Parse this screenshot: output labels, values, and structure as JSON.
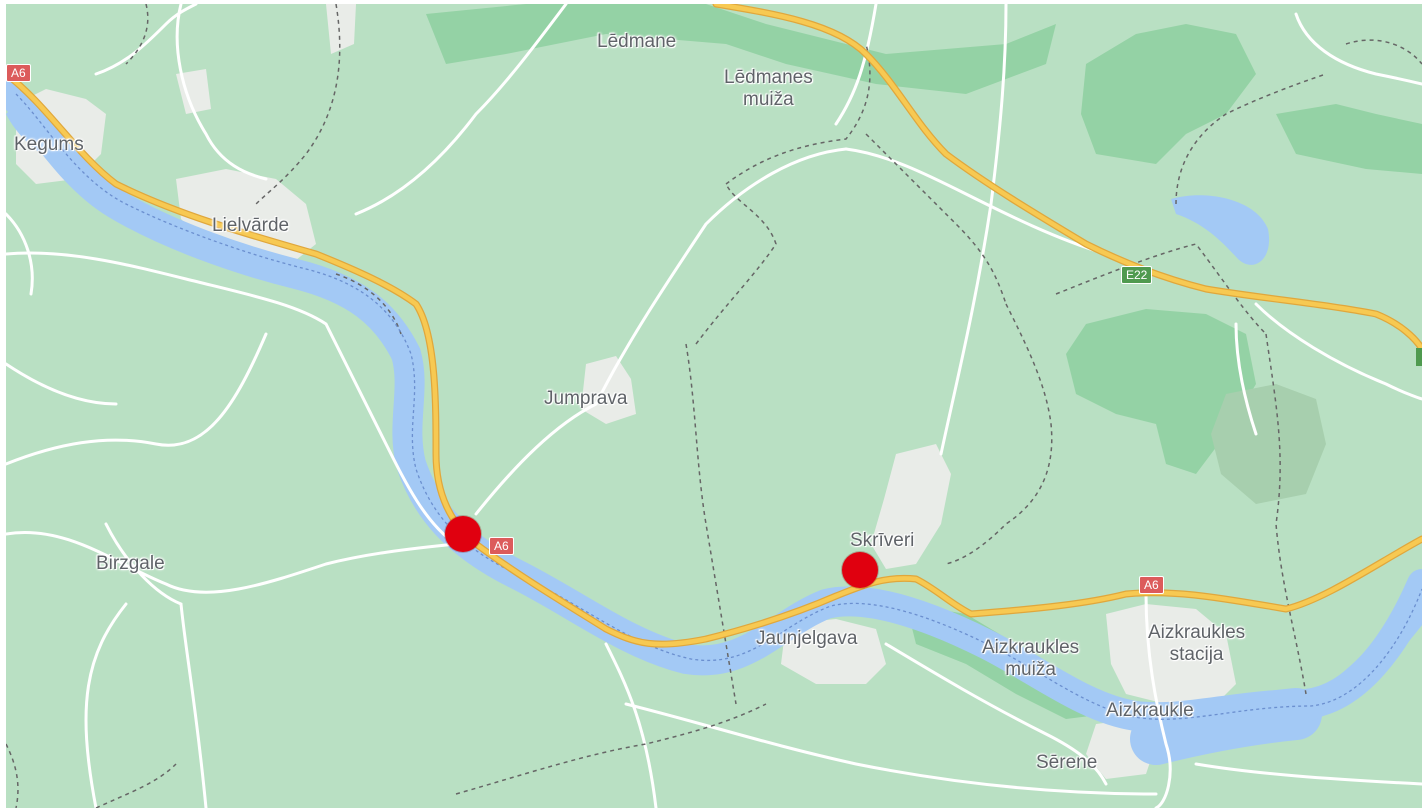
{
  "map": {
    "places": [
      {
        "id": "kegums",
        "label": "Kegums"
      },
      {
        "id": "lielvarde",
        "label": "Lielvārde"
      },
      {
        "id": "ledmane",
        "label": "Lēdmane"
      },
      {
        "id": "ledmanes-muiza",
        "label": "Lēdmanes\nmuiža"
      },
      {
        "id": "jumprava",
        "label": "Jumprava"
      },
      {
        "id": "birzgale",
        "label": "Birzgale"
      },
      {
        "id": "skriveri",
        "label": "Skrīveri"
      },
      {
        "id": "jaunjelgava",
        "label": "Jaunjelgava"
      },
      {
        "id": "aizkraukles-muiza",
        "label": "Aizkraukles\nmuiža"
      },
      {
        "id": "aizkraukles-stacija",
        "label": "Aizkraukles\nstacija"
      },
      {
        "id": "aizkraukle",
        "label": "Aizkraukle"
      },
      {
        "id": "serene",
        "label": "Sērene"
      }
    ],
    "road_shields": [
      {
        "id": "a6-west",
        "label": "A6"
      },
      {
        "id": "a6-mid",
        "label": "A6"
      },
      {
        "id": "a6-east",
        "label": "A6"
      },
      {
        "id": "e22",
        "label": "E22"
      }
    ],
    "markers": [
      {
        "id": "marker-1"
      },
      {
        "id": "marker-2"
      }
    ],
    "colors": {
      "land": "#b9e0c3",
      "forest": "#94d2a5",
      "water": "#a3c9f5",
      "highway": "#f7c952",
      "highway_casing": "#e0a73c",
      "minor_road": "#ffffff",
      "urban": "#e9ece8",
      "border": "#666666",
      "marker": "#e0000f",
      "shield_a": "#dc5b5b",
      "shield_e": "#4f9a4f"
    }
  }
}
